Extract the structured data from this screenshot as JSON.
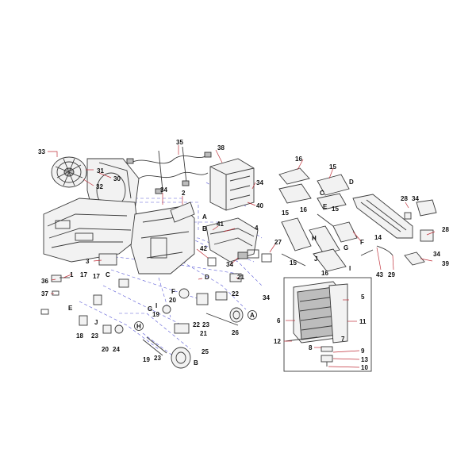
{
  "diagram": {
    "callouts": [
      {
        "id": "c33",
        "text": "33"
      },
      {
        "id": "c31",
        "text": "31"
      },
      {
        "id": "c30",
        "text": "30"
      },
      {
        "id": "c32",
        "text": "32"
      },
      {
        "id": "c35",
        "text": "35"
      },
      {
        "id": "c38",
        "text": "38"
      },
      {
        "id": "c34a",
        "text": "34"
      },
      {
        "id": "c2",
        "text": "2"
      },
      {
        "id": "c34b",
        "text": "34"
      },
      {
        "id": "c40",
        "text": "40"
      },
      {
        "id": "cA1",
        "text": "A"
      },
      {
        "id": "cB1",
        "text": "B"
      },
      {
        "id": "c41",
        "text": "41"
      },
      {
        "id": "c4",
        "text": "4"
      },
      {
        "id": "c42",
        "text": "42"
      },
      {
        "id": "c27",
        "text": "27"
      },
      {
        "id": "c34c",
        "text": "34"
      },
      {
        "id": "c3",
        "text": "3"
      },
      {
        "id": "c1",
        "text": "1"
      },
      {
        "id": "c36",
        "text": "36"
      },
      {
        "id": "c37",
        "text": "37"
      },
      {
        "id": "c17a",
        "text": "17"
      },
      {
        "id": "cC1",
        "text": "C"
      },
      {
        "id": "c17b",
        "text": "17"
      },
      {
        "id": "cD1",
        "text": "D"
      },
      {
        "id": "c21a",
        "text": "21"
      },
      {
        "id": "c34d",
        "text": "34"
      },
      {
        "id": "cF1",
        "text": "F"
      },
      {
        "id": "c20a",
        "text": "20"
      },
      {
        "id": "c22a",
        "text": "22"
      },
      {
        "id": "cE1",
        "text": "E"
      },
      {
        "id": "cG1",
        "text": "G"
      },
      {
        "id": "cI1",
        "text": "I"
      },
      {
        "id": "c19a",
        "text": "19"
      },
      {
        "id": "cJ1",
        "text": "J"
      },
      {
        "id": "c18",
        "text": "18"
      },
      {
        "id": "c23a",
        "text": "23"
      },
      {
        "id": "c20b",
        "text": "20"
      },
      {
        "id": "c24",
        "text": "24"
      },
      {
        "id": "c22b",
        "text": "22"
      },
      {
        "id": "c23b",
        "text": "23"
      },
      {
        "id": "c21b",
        "text": "21"
      },
      {
        "id": "c26",
        "text": "26"
      },
      {
        "id": "cA2",
        "text": "A"
      },
      {
        "id": "c19b",
        "text": "19"
      },
      {
        "id": "c23c",
        "text": "23"
      },
      {
        "id": "cH1",
        "text": "H"
      },
      {
        "id": "c25",
        "text": "25"
      },
      {
        "id": "cB2",
        "text": "B"
      },
      {
        "id": "c16a",
        "text": "16"
      },
      {
        "id": "c15a",
        "text": "15"
      },
      {
        "id": "cC2",
        "text": "C"
      },
      {
        "id": "cD2",
        "text": "D"
      },
      {
        "id": "cE2",
        "text": "E"
      },
      {
        "id": "c15b",
        "text": "15"
      },
      {
        "id": "c16b",
        "text": "16"
      },
      {
        "id": "c15c",
        "text": "15"
      },
      {
        "id": "cH2",
        "text": "H"
      },
      {
        "id": "cF2",
        "text": "F"
      },
      {
        "id": "cG2",
        "text": "G"
      },
      {
        "id": "c15d",
        "text": "15"
      },
      {
        "id": "cJ2",
        "text": "J"
      },
      {
        "id": "cI2",
        "text": "I"
      },
      {
        "id": "c16c",
        "text": "16"
      },
      {
        "id": "c14",
        "text": "14"
      },
      {
        "id": "c28a",
        "text": "28"
      },
      {
        "id": "c34e",
        "text": "34"
      },
      {
        "id": "c28b",
        "text": "28"
      },
      {
        "id": "c34f",
        "text": "34"
      },
      {
        "id": "c39",
        "text": "39"
      },
      {
        "id": "c43",
        "text": "43"
      },
      {
        "id": "c29",
        "text": "29"
      },
      {
        "id": "c5",
        "text": "5"
      },
      {
        "id": "c6",
        "text": "6"
      },
      {
        "id": "c11",
        "text": "11"
      },
      {
        "id": "c12",
        "text": "12"
      },
      {
        "id": "c8",
        "text": "8"
      },
      {
        "id": "c7",
        "text": "7"
      },
      {
        "id": "c9",
        "text": "9"
      },
      {
        "id": "c13",
        "text": "13"
      },
      {
        "id": "c10",
        "text": "10"
      }
    ]
  }
}
